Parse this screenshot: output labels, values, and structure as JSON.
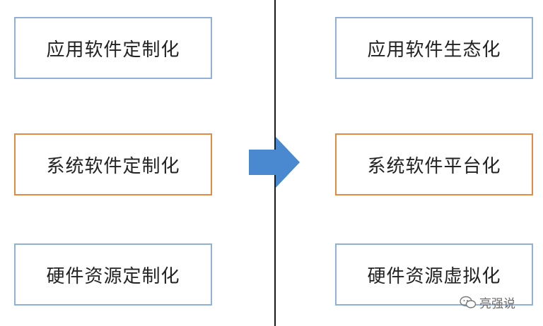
{
  "left_boxes": [
    {
      "label": "应用软件定制化"
    },
    {
      "label": "系统软件定制化"
    },
    {
      "label": "硬件资源定制化"
    }
  ],
  "right_boxes": [
    {
      "label": "应用软件生态化"
    },
    {
      "label": "系统软件平台化"
    },
    {
      "label": "硬件资源虚拟化"
    }
  ],
  "colors": {
    "box_border_blue": "#8fb0d9",
    "box_border_orange": "#e58a43",
    "arrow_fill": "#4a89cf",
    "divider": "#1a1a1a"
  },
  "watermark": {
    "text": "亮强说",
    "icon": "wechat-icon"
  }
}
